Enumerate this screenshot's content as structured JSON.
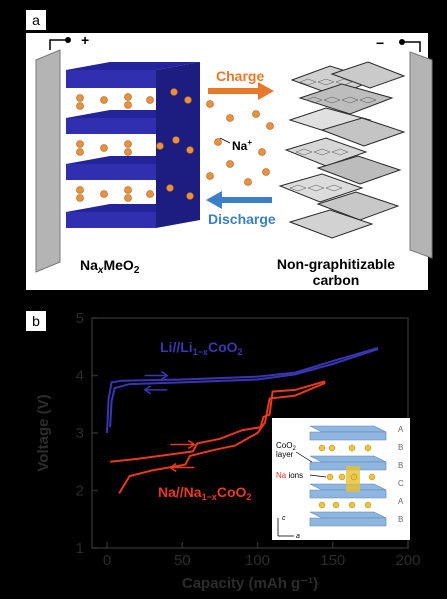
{
  "panel_a": {
    "label": "a",
    "positive_terminal": "+",
    "negative_terminal": "−",
    "charge_label": "Charge",
    "discharge_label": "Discharge",
    "ion_label": "Na",
    "ion_charge": "+",
    "cathode_formula": {
      "base": "Na",
      "sub": "x",
      "rest": "MeO",
      "sub2": "2"
    },
    "anode_label_line1": "Non-graphitizable",
    "anode_label_line2": "carbon",
    "colors": {
      "charge_arrow": "#e8792a",
      "discharge_arrow": "#3a7fc8",
      "layer": "#2b2ba0",
      "ion": "#e89a4a"
    }
  },
  "panel_b": {
    "label": "b",
    "inset": {
      "line1": "CoO",
      "line1_sub": "2",
      "line2": "layer",
      "ion_word": "Na",
      "ion_rest": " ions",
      "axis_c": "c",
      "axis_a": "a",
      "right_letters": [
        "A",
        "B",
        "B",
        "C",
        "A",
        "B"
      ]
    }
  },
  "chart_data": {
    "type": "line",
    "xlabel": "Capacity (mAh g⁻¹)",
    "ylabel": "Voltage (V)",
    "xlim": [
      -10,
      200
    ],
    "ylim": [
      1,
      5
    ],
    "xticks": [
      0,
      50,
      100,
      150,
      200
    ],
    "yticks": [
      1,
      2,
      3,
      4,
      5
    ],
    "series": [
      {
        "name": "Li//Li1−xCoO2",
        "label_parts": [
          "Li//Li",
          "1−x",
          "CoO",
          "2"
        ],
        "color": "#3a35b0",
        "charge": [
          [
            0,
            3.0
          ],
          [
            1,
            3.6
          ],
          [
            3,
            3.88
          ],
          [
            10,
            3.91
          ],
          [
            50,
            3.93
          ],
          [
            100,
            3.98
          ],
          [
            125,
            4.05
          ],
          [
            150,
            4.25
          ],
          [
            180,
            4.48
          ]
        ],
        "discharge": [
          [
            180,
            4.46
          ],
          [
            150,
            4.2
          ],
          [
            125,
            4.02
          ],
          [
            100,
            3.93
          ],
          [
            50,
            3.88
          ],
          [
            15,
            3.85
          ],
          [
            5,
            3.78
          ],
          [
            3,
            3.55
          ],
          [
            2,
            3.1
          ]
        ]
      },
      {
        "name": "Na//Na1−xCoO2",
        "label_parts": [
          "Na//Na",
          "1−x",
          "CoO",
          "2"
        ],
        "color": "#e83a1e",
        "charge": [
          [
            2,
            2.5
          ],
          [
            20,
            2.55
          ],
          [
            40,
            2.62
          ],
          [
            57,
            2.68
          ],
          [
            60,
            2.82
          ],
          [
            75,
            2.9
          ],
          [
            90,
            3.05
          ],
          [
            102,
            3.1
          ],
          [
            104,
            3.28
          ],
          [
            108,
            3.32
          ],
          [
            110,
            3.72
          ],
          [
            125,
            3.75
          ],
          [
            145,
            3.9
          ]
        ],
        "discharge": [
          [
            145,
            3.87
          ],
          [
            125,
            3.65
          ],
          [
            108,
            3.6
          ],
          [
            105,
            3.18
          ],
          [
            100,
            3.0
          ],
          [
            93,
            2.9
          ],
          [
            85,
            2.78
          ],
          [
            70,
            2.7
          ],
          [
            55,
            2.6
          ],
          [
            52,
            2.45
          ],
          [
            30,
            2.35
          ],
          [
            15,
            2.25
          ],
          [
            8,
            1.95
          ]
        ]
      }
    ],
    "arrows": [
      {
        "series": 0,
        "direction": "right",
        "x": [
          25,
          40
        ],
        "y": 4.0
      },
      {
        "series": 0,
        "direction": "left",
        "x": [
          40,
          25
        ],
        "y": 3.75
      },
      {
        "series": 1,
        "direction": "right",
        "x": [
          42,
          58
        ],
        "y": 2.8
      },
      {
        "series": 1,
        "direction": "left",
        "x": [
          58,
          42
        ],
        "y": 2.4
      }
    ]
  }
}
